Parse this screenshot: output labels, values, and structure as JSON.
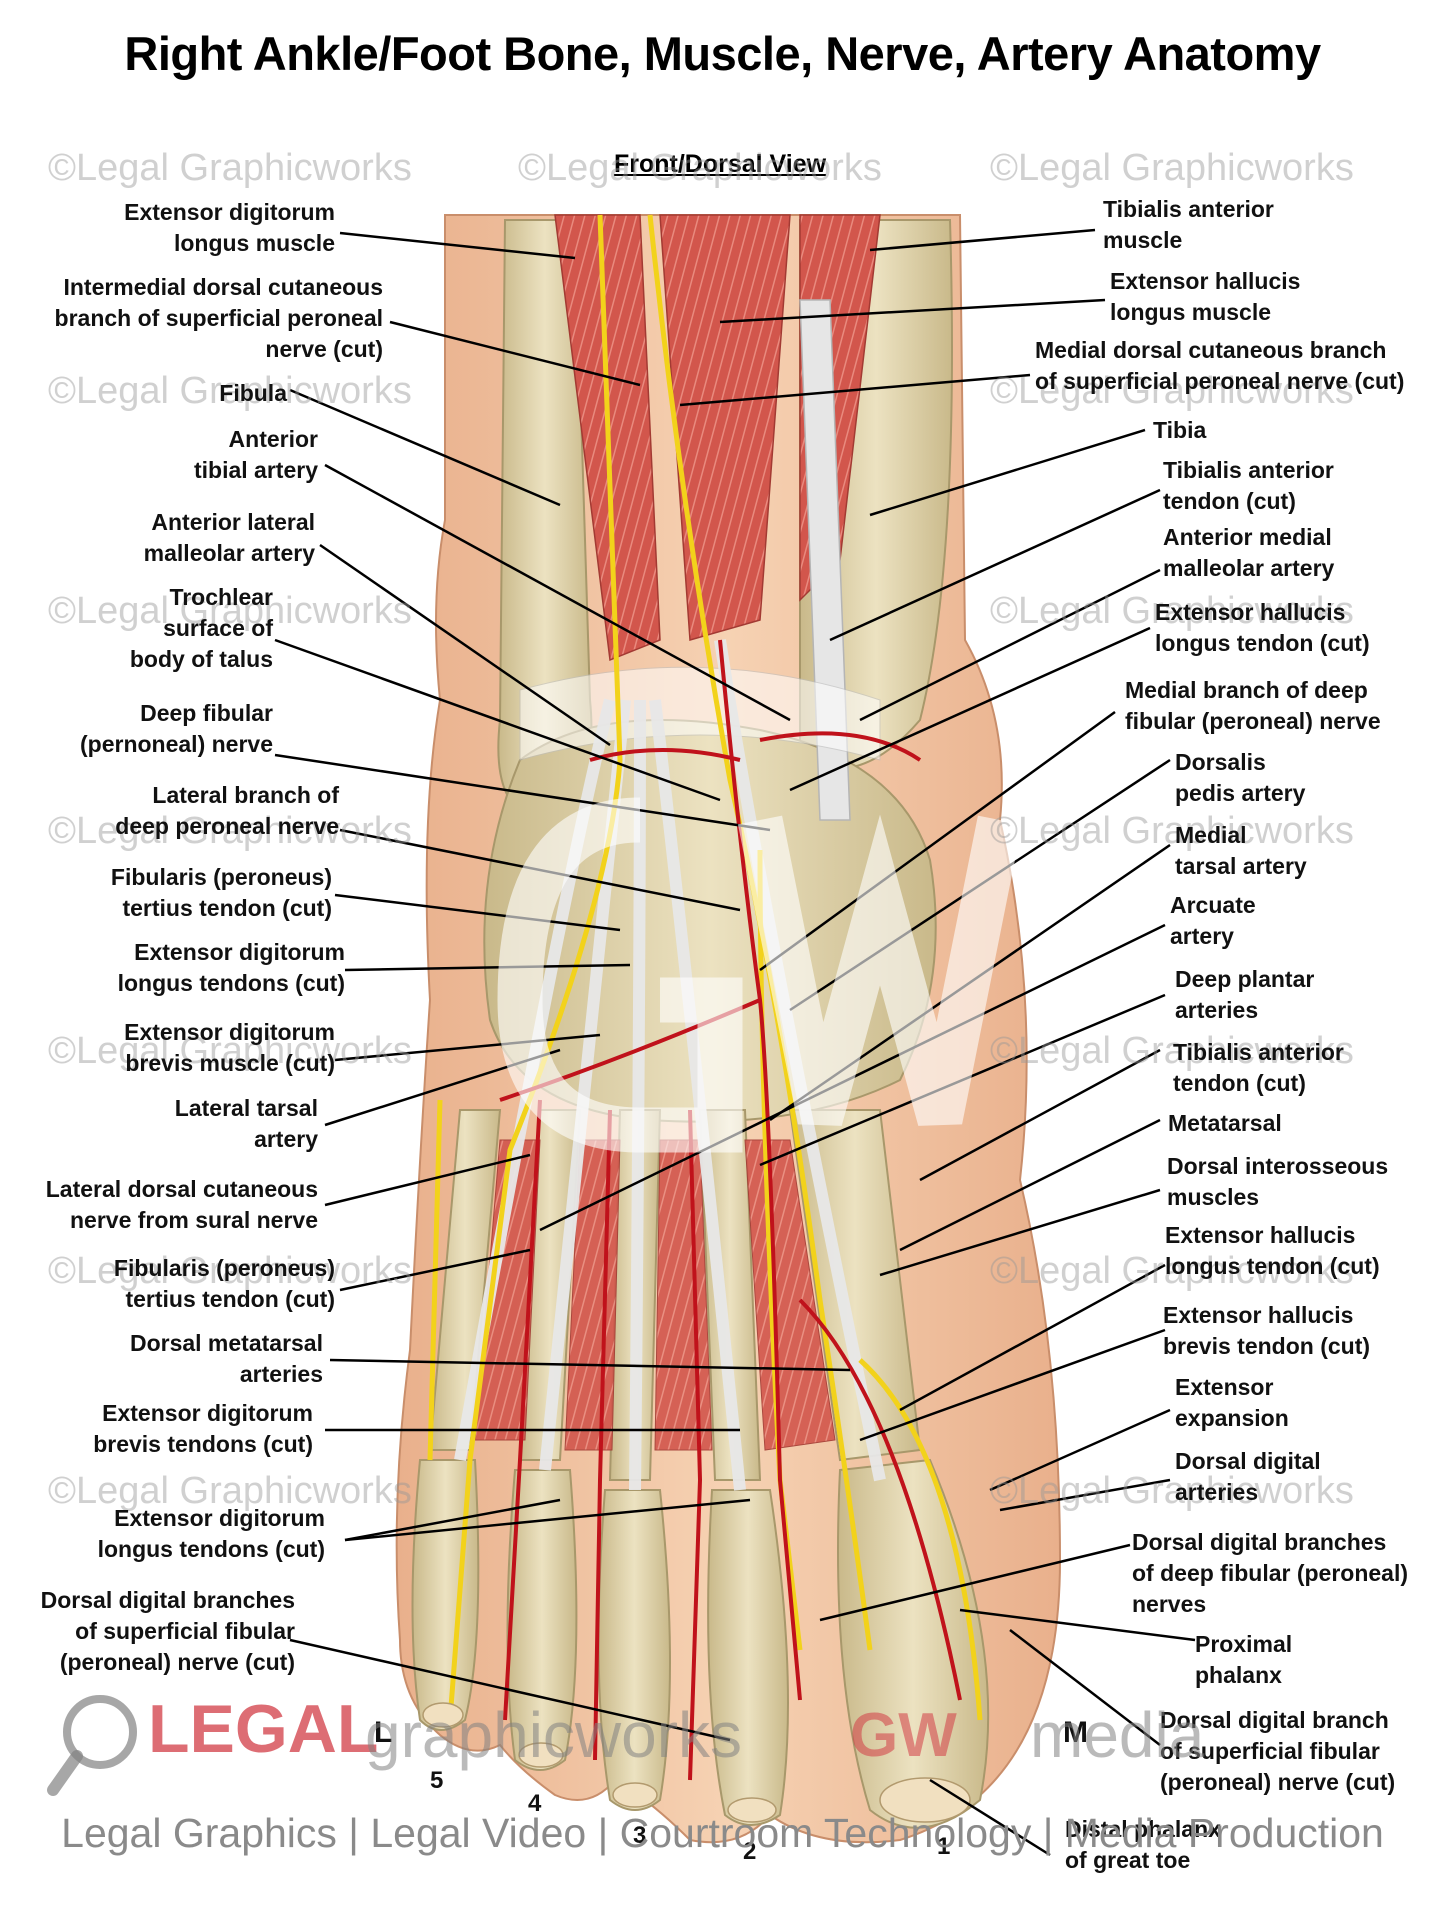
{
  "title": "Right Ankle/Foot Bone, Muscle, Nerve, Artery Anatomy",
  "view_title": "Front/Dorsal View",
  "watermark": "©Legal Graphicworks",
  "footer": "Legal Graphics | Legal Video | Courtroom Technology | Media Production",
  "logo": {
    "legal": "LEGAL",
    "graphicworks": "graphicworks",
    "gw": "GW",
    "media": "media"
  },
  "side_marks": {
    "lateral": "L",
    "medial": "M"
  },
  "toe_numbers": [
    "5",
    "4",
    "3",
    "2",
    "1"
  ],
  "left_labels": [
    [
      "Extensor digitorum",
      "longus muscle"
    ],
    [
      "Intermedial dorsal cutaneous",
      "branch of superficial peroneal",
      "nerve (cut)"
    ],
    [
      "Fibula"
    ],
    [
      "Anterior",
      "tibial artery"
    ],
    [
      "Anterior lateral",
      "malleolar artery"
    ],
    [
      "Trochlear",
      "surface of",
      "body of talus"
    ],
    [
      "Deep fibular",
      "(pernoneal) nerve"
    ],
    [
      "Lateral branch of",
      "deep peroneal nerve"
    ],
    [
      "Fibularis (peroneus)",
      "tertius tendon (cut)"
    ],
    [
      "Extensor digitorum",
      "longus tendons (cut)"
    ],
    [
      "Extensor digitorum",
      "brevis muscle (cut)"
    ],
    [
      "Lateral tarsal",
      "artery"
    ],
    [
      "Lateral dorsal cutaneous",
      "nerve from sural nerve"
    ],
    [
      "Fibularis (peroneus)",
      "tertius tendon (cut)"
    ],
    [
      "Dorsal metatarsal",
      "arteries"
    ],
    [
      "Extensor digitorum",
      "brevis tendons (cut)"
    ],
    [
      "Extensor digitorum",
      "longus tendons (cut)"
    ],
    [
      "Dorsal digital branches",
      "of superficial fibular",
      "(peroneal) nerve (cut)"
    ]
  ],
  "right_labels": [
    [
      "Tibialis anterior",
      "muscle"
    ],
    [
      "Extensor hallucis",
      "longus muscle"
    ],
    [
      "Medial dorsal cutaneous branch",
      "of superficial peroneal nerve (cut)"
    ],
    [
      "Tibia"
    ],
    [
      "Tibialis anterior",
      "tendon (cut)"
    ],
    [
      "Anterior medial",
      "malleolar artery"
    ],
    [
      "Extensor hallucis",
      "longus tendon (cut)"
    ],
    [
      "Medial branch of deep",
      "fibular (peroneal) nerve"
    ],
    [
      "Dorsalis",
      "pedis artery"
    ],
    [
      "Medial",
      "tarsal artery"
    ],
    [
      "Arcuate",
      "artery"
    ],
    [
      "Deep plantar",
      "arteries"
    ],
    [
      "Tibialis anterior",
      "tendon (cut)"
    ],
    [
      "Metatarsal"
    ],
    [
      "Dorsal interosseous",
      "muscles"
    ],
    [
      "Extensor hallucis",
      "longus tendon (cut)"
    ],
    [
      "Extensor hallucis",
      "brevis tendon (cut)"
    ],
    [
      "Extensor",
      "expansion"
    ],
    [
      "Dorsal digital",
      "arteries"
    ],
    [
      "Dorsal digital branches",
      "of deep fibular (peroneal)",
      "nerves"
    ],
    [
      "Proximal",
      "phalanx"
    ],
    [
      "Dorsal digital branch",
      "of superficial fibular",
      "(peroneal) nerve (cut)"
    ],
    [
      "Distal phalanx",
      "of great toe"
    ]
  ],
  "colors": {
    "muscle": "#d9534f",
    "tendon": "#dcdcdc",
    "nerve": "#f2d21b",
    "artery": "#c0121b",
    "bone": "#e2d6ad",
    "skin": "#f3c9a6"
  }
}
